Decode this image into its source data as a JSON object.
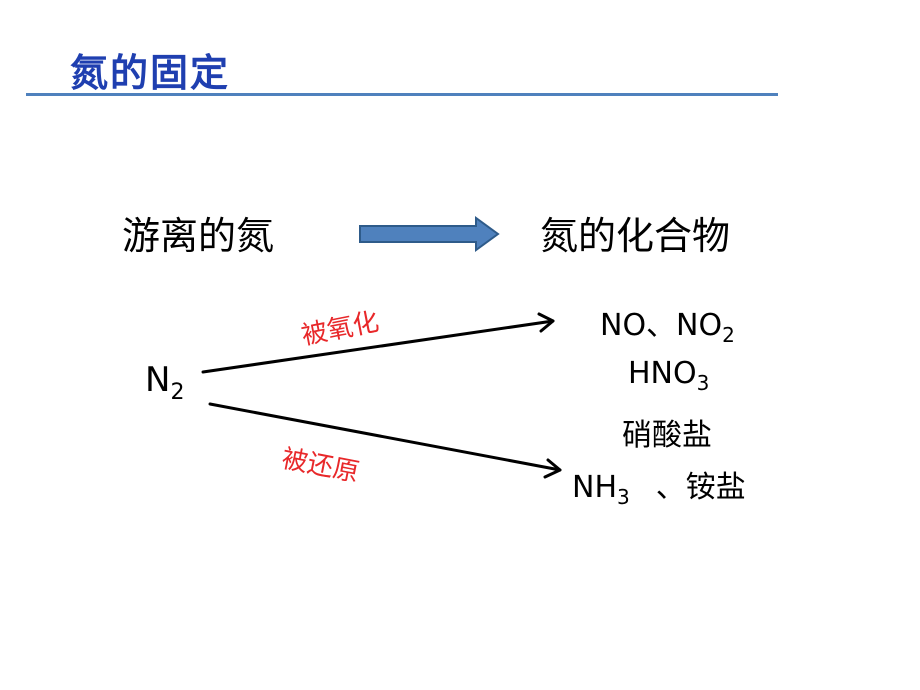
{
  "title": "氮的固定",
  "top_row": {
    "left_text": "游离的氮",
    "right_text": "氮的化合物"
  },
  "reactant": {
    "symbol": "N",
    "subscript": "2"
  },
  "branches": {
    "oxidized_label": "被氧化",
    "reduced_label": "被还原"
  },
  "products": {
    "no_line": {
      "a": "NO、NO",
      "a_sub": "2"
    },
    "hno3_line": {
      "a": "HNO",
      "a_sub": "3"
    },
    "nitrate_line": "硝酸盐",
    "nh3_line": {
      "a": "NH",
      "a_sub": "3",
      "b": "、铵盐"
    }
  },
  "colors": {
    "title": "#1f3fb0",
    "rule": "#4f81bd",
    "arrow_fill": "#4f81bd",
    "arrow_stroke": "#2e5b8a",
    "branch_label": "#e8282a"
  }
}
